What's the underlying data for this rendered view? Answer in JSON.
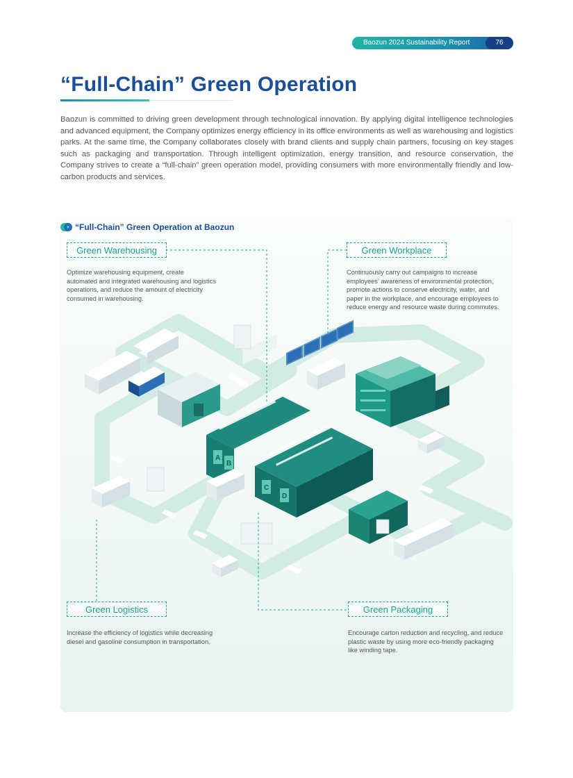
{
  "header": {
    "report_title": "Baozun 2024 Sustainability Report",
    "page_number": "76"
  },
  "page": {
    "title": "“Full-Chain” Green Operation",
    "intro": "Baozun is committed to driving green development through technological innovation. By applying digital intelligence technologies and advanced equipment, the Company optimizes energy efficiency in its office environments as well as warehousing and logistics parks. At the same time, the Company collaborates closely with brand clients and supply chain partners, focusing on key stages such as packaging and transportation. Through intelligent optimization, energy transition, and resource conservation, the Company strives to create a “full-chain” green operation model, providing consumers with more environmentally friendly and low-carbon products and services."
  },
  "diagram": {
    "heading": "“Full-Chain” Green Operation at Baozun",
    "sections": [
      {
        "label": "Green Warehousing",
        "description": "Optimize warehousing equipment, create automated and integrated warehousing and logistics operations, and reduce the amount of electricity consumed in warehousing."
      },
      {
        "label": "Green Workplace",
        "description": "Continuously carry out campaigns to increase employees’ awareness of environmental protection, promote actions to conserve electricity, water, and paper in the workplace, and encourage employees to reduce energy and resource waste during commutes."
      },
      {
        "label": "Green Logistics",
        "description": "Increase the efficiency of logistics while decreasing diesel and gasoline consumption in transportation."
      },
      {
        "label": "Green Packaging",
        "description": "Encourage carton reduction and recycling, and reduce plastic waste by using more eco-friendly packaging like winding tape."
      }
    ],
    "warehouse_door_letters": [
      "A",
      "B",
      "C",
      "D"
    ]
  },
  "colors": {
    "brand_blue": "#1a4f97",
    "teal_accent": "#14a394",
    "pill_dark": "#173f86",
    "road": "#cfe9e3"
  }
}
